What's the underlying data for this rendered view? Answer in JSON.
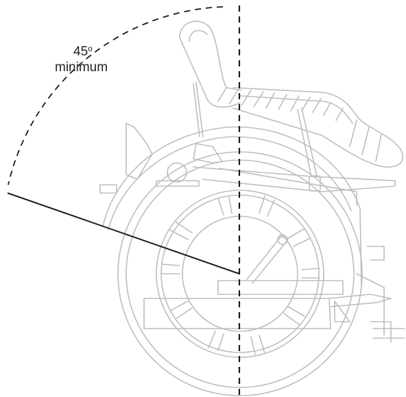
{
  "annotation": {
    "angle_value": "45",
    "degree_mark": "o",
    "label": "minimum"
  },
  "colors": {
    "outline": "#bdbdbd",
    "guide_line": "#1a1a1a",
    "text": "#222222"
  }
}
